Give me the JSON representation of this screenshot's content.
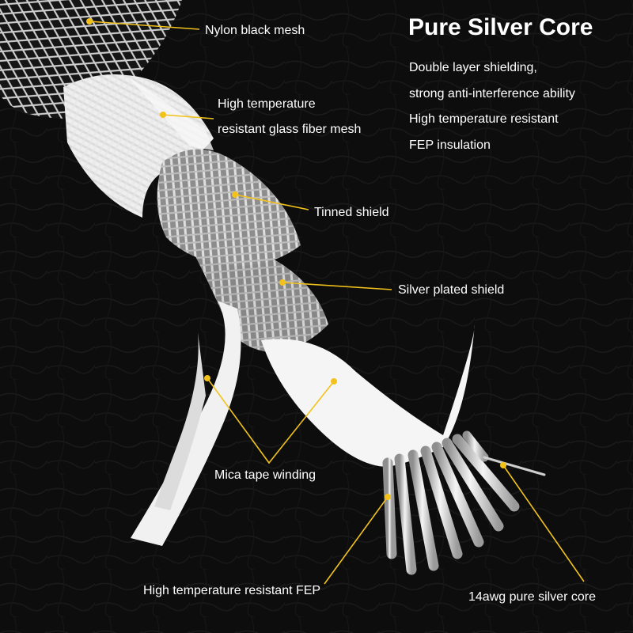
{
  "heading": {
    "title": "Pure Silver Core"
  },
  "features": [
    "Double layer shielding,",
    "strong anti-interference ability",
    "High temperature resistant",
    "FEP insulation"
  ],
  "callouts": {
    "nylon_mesh": "Nylon black mesh",
    "glass_fiber_line1": "High temperature",
    "glass_fiber_line2": "resistant glass fiber mesh",
    "tinned_shield": "Tinned shield",
    "silver_plated_shield": "Silver plated shield",
    "mica_tape": "Mica tape winding",
    "fep": "High temperature resistant FEP",
    "silver_core": "14awg pure silver core"
  },
  "colors": {
    "callout_line": "#f2c21b",
    "text": "#ffffff",
    "background": "#0b0b0b"
  }
}
